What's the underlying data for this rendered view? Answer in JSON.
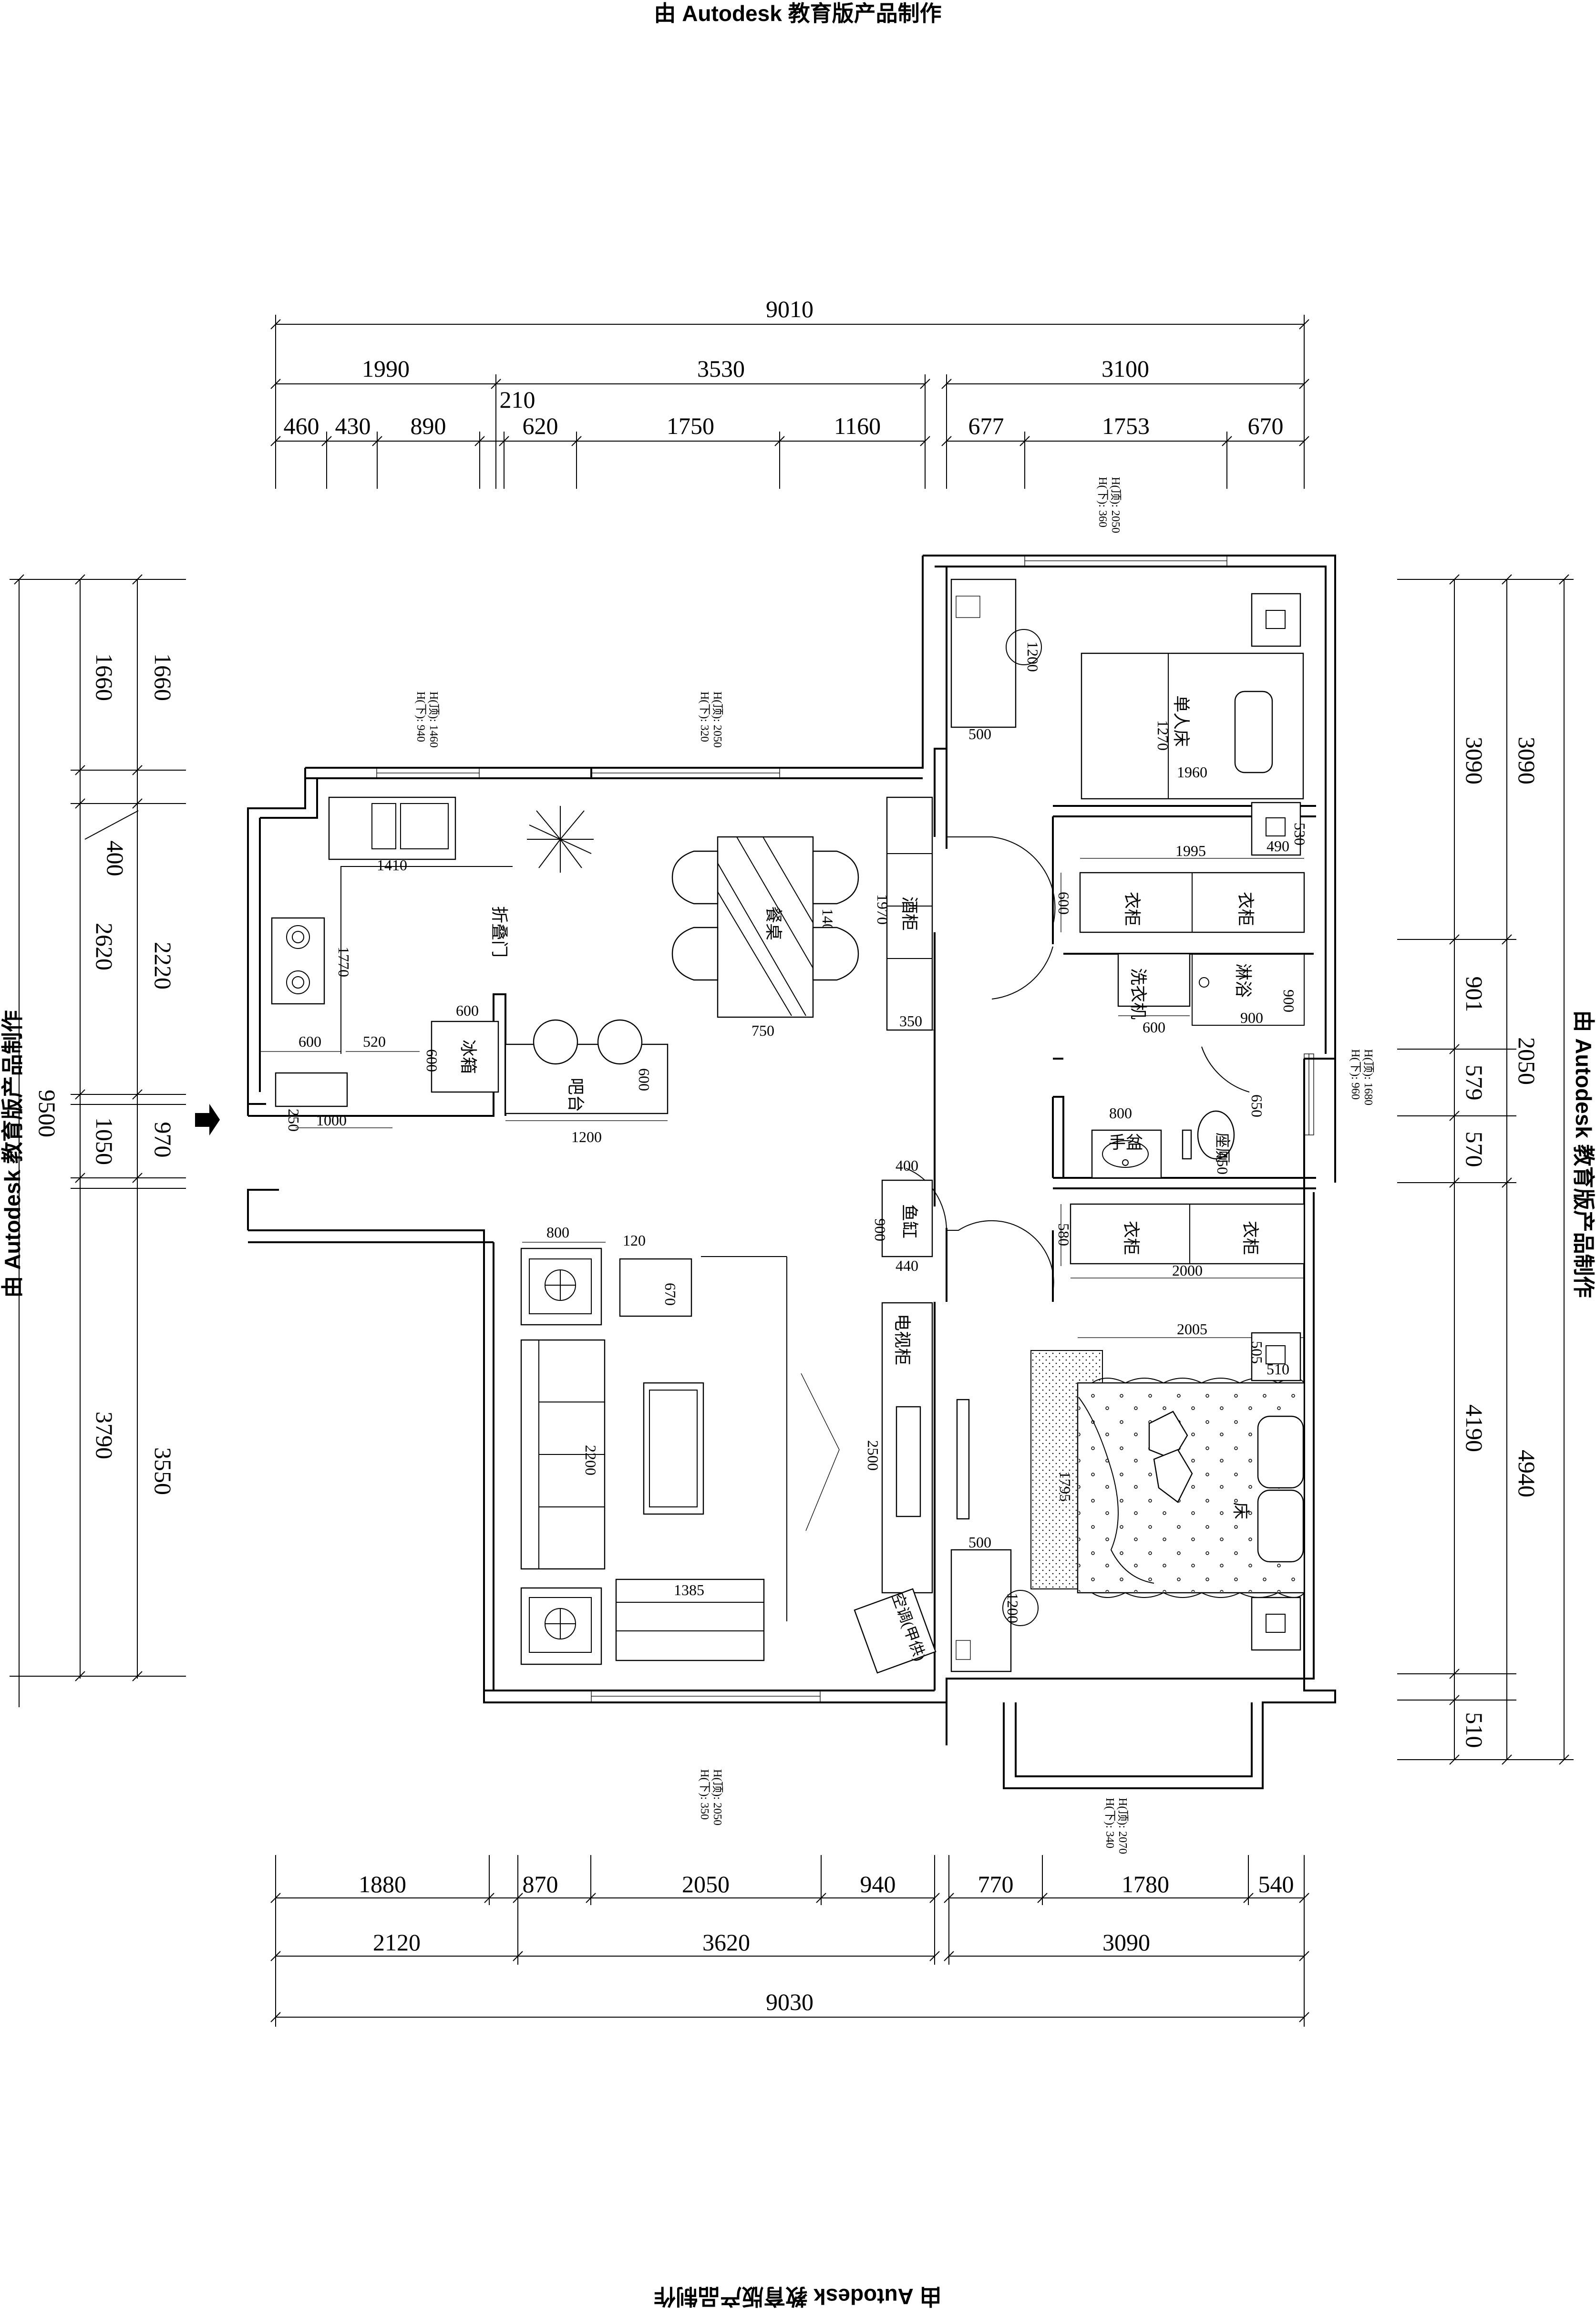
{
  "watermark": {
    "top": "由 Autodesk 教育版产品制作",
    "left": "由 Autodesk 教育版产品制作",
    "right": "由 Autodesk 教育版产品制作",
    "bottom": "由 Autodesk 教育版产品制作"
  },
  "dims_top": {
    "overall": "9010",
    "row2": [
      "1990",
      "3530",
      "3100"
    ],
    "small": "210",
    "row3": [
      "460",
      "430",
      "890",
      "620",
      "1750",
      "1160",
      "677",
      "1753",
      "670"
    ]
  },
  "dims_bottom": {
    "row1": [
      "1880",
      "870",
      "2050",
      "940",
      "770",
      "1780",
      "540"
    ],
    "row2": [
      "2120",
      "3620",
      "3090"
    ],
    "overall": "9030"
  },
  "dims_left": {
    "outer": [
      "1660",
      "2620",
      "1050",
      "3790"
    ],
    "inner": [
      "1660",
      "400",
      "2220",
      "970",
      "3550"
    ],
    "overall": "9500"
  },
  "dims_right": {
    "outer": [
      "3090",
      "901",
      "579",
      "570",
      "4190",
      "510"
    ],
    "inner": [
      "3090",
      "2050",
      "4940"
    ]
  },
  "rooms": {
    "single_bed": "单人床",
    "wardrobe": "衣柜",
    "washer": "洗衣机",
    "shower": "淋浴",
    "basin": "手盆",
    "toilet": "座厕",
    "bed": "床",
    "fridge": "冰箱",
    "bar": "吧台",
    "folding_door": "折叠门",
    "dining": "餐桌",
    "wine_cabinet": "酒柜",
    "fish_tank": "鱼缸",
    "tv_cabinet": "电视柜",
    "ac": "空调(甲供)"
  },
  "inner_dims": {
    "desk_w": "500",
    "chair_1200": "1200",
    "bed_len": "1270",
    "bed_w": "1960",
    "wardrobe_len": "1995",
    "nightstand": "490",
    "nightstand_gap": "530",
    "wardrobe_depth": "600",
    "washer_w": "600",
    "shower_w": "900",
    "shower_d": "900",
    "basin_w": "800",
    "toilet_450": "450",
    "toilet_650": "650",
    "wardrobe2_depth": "580",
    "wardrobe2_len": "2000",
    "bed2_len": "2005",
    "nightstand2": "505",
    "nightstand2_b": "510",
    "bed2_w": "1795",
    "desk2_w": "500",
    "chair2": "1200",
    "sink_len": "1410",
    "counter_len": "1770",
    "k600a": "600",
    "k520": "520",
    "fridge_w": "600",
    "fridge_d": "600",
    "k250": "250",
    "k1000": "1000",
    "bar_len": "1200",
    "bar_600": "600",
    "table_w": "750",
    "table_1400": "1400",
    "wine_len": "1970",
    "wine_w": "350",
    "fish_400": "400",
    "fish_900": "900",
    "fish_440": "440",
    "tv_len": "2500",
    "sofa_len": "2200",
    "armchair_800": "800",
    "side_120": "120",
    "side_670": "670",
    "coffee_1385": "1385"
  },
  "height_notes": {
    "bedroom1_window": [
      "H(顶): 2050",
      "H(下): 360"
    ],
    "kitchen_window": [
      "H(顶): 1460",
      "H(下): 940"
    ],
    "dining_window": [
      "H(顶): 2050",
      "H(下): 320"
    ],
    "bath_window": [
      "H(顶): 1680",
      "H(下): 960"
    ],
    "living_window": [
      "H(顶): 2050",
      "H(下): 350"
    ],
    "bedroom2_window": [
      "H(顶): 2070",
      "H(下): 340"
    ]
  }
}
